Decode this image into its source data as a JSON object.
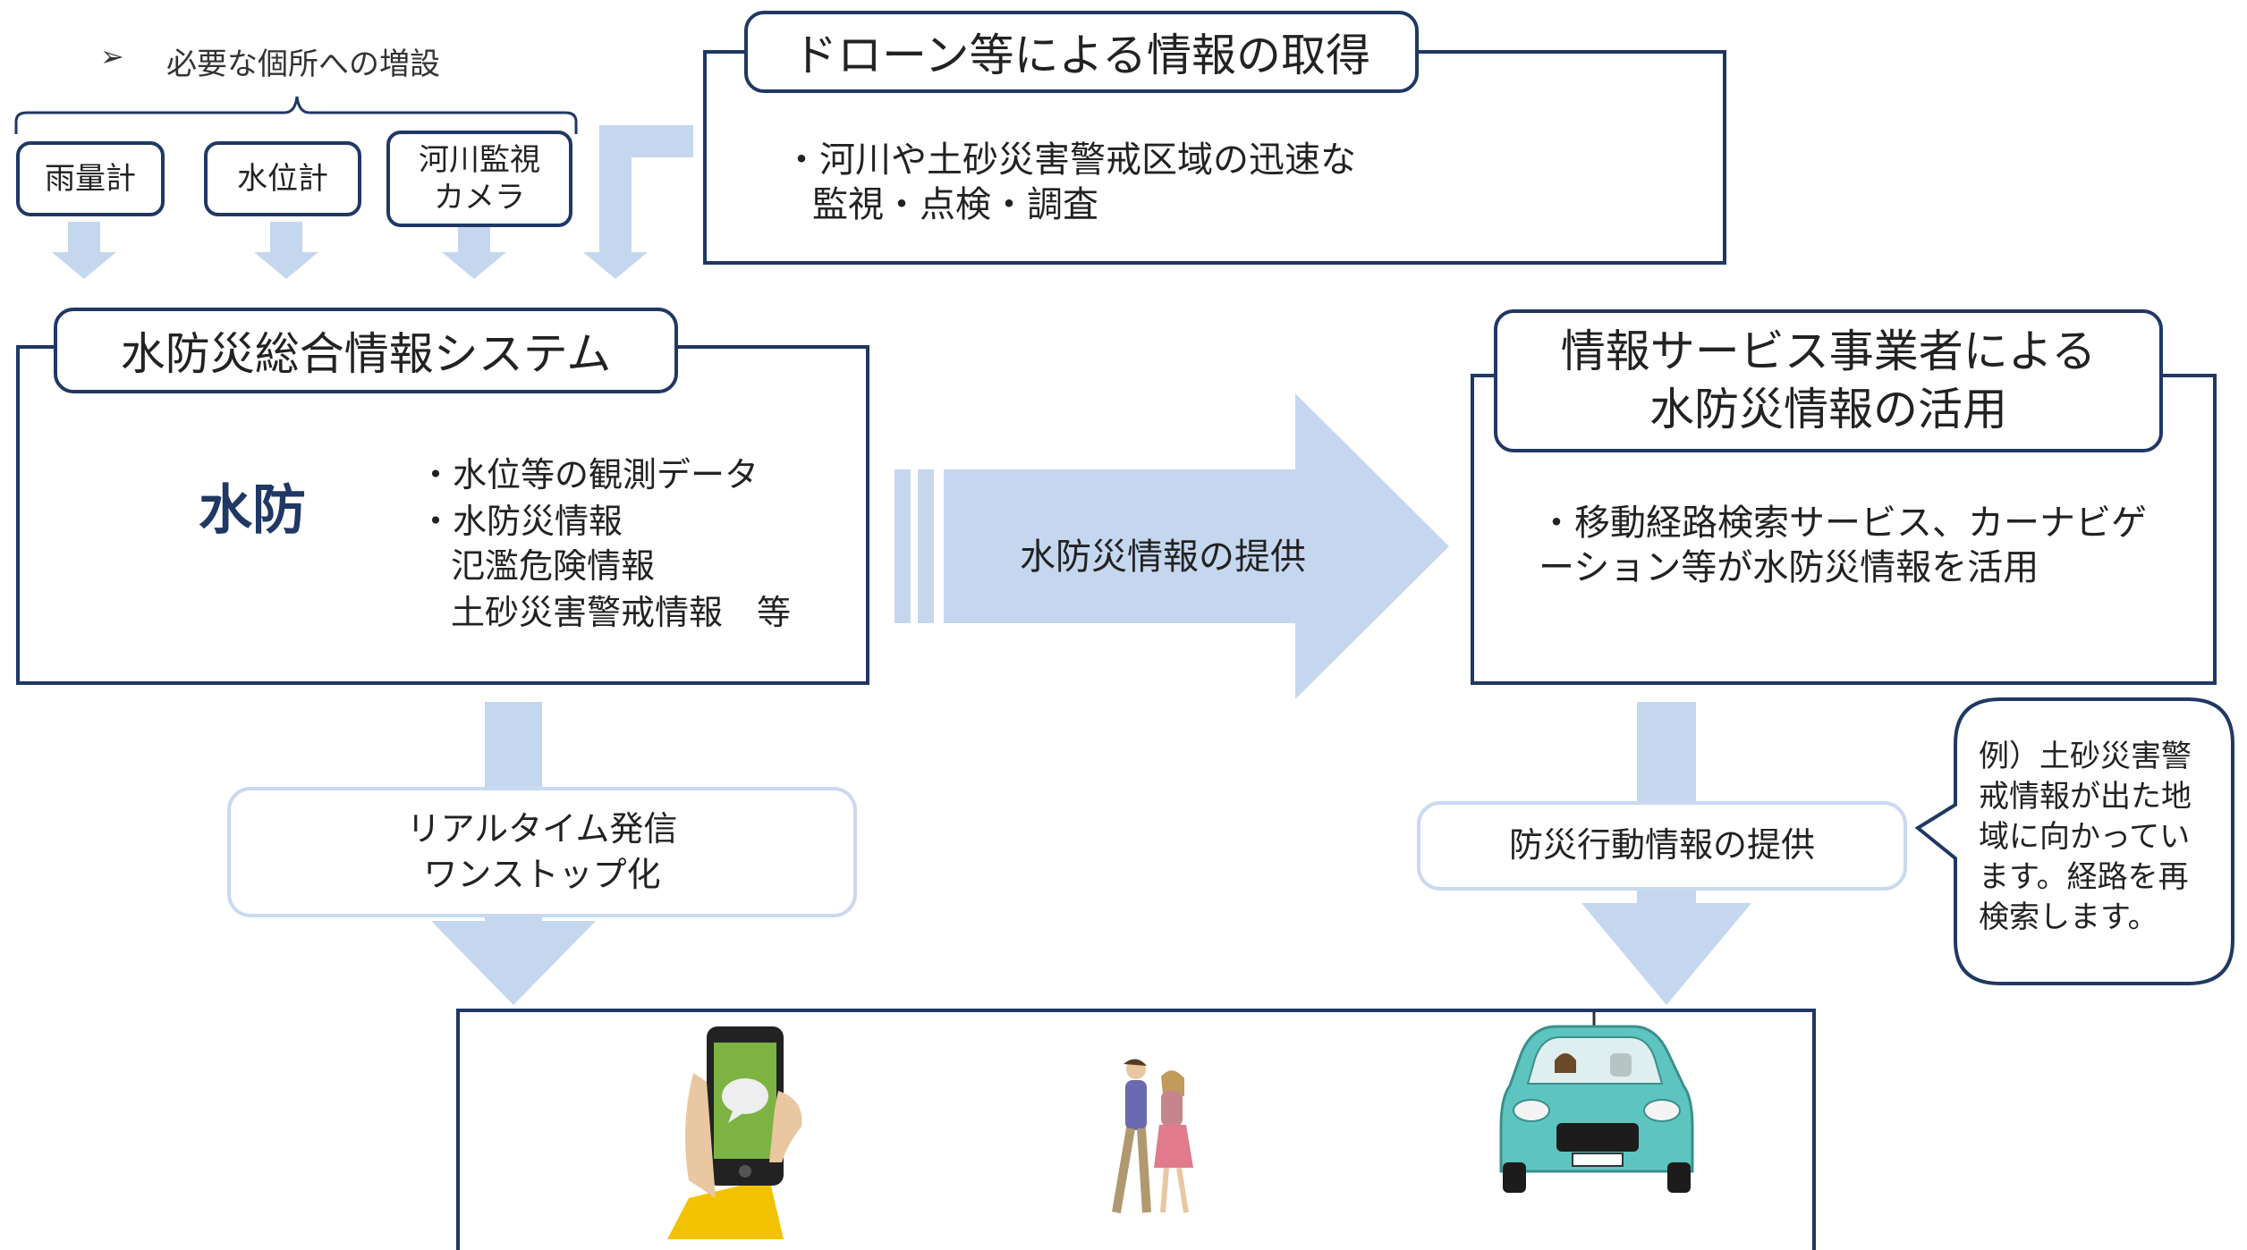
{
  "top_note": {
    "bullet": "➢",
    "text": "必要な個所への増設"
  },
  "sensors": [
    {
      "label": "雨量計"
    },
    {
      "label": "水位計"
    },
    {
      "label": "河川監視\nカメラ"
    }
  ],
  "drone_panel": {
    "title": "ドローン等による情報の取得",
    "line1": "・河川や土砂災害警戒区域の迅速な",
    "line2": "監視・点検・調査"
  },
  "system_panel": {
    "title": "水防災総合情報システム",
    "screen_label": "水防",
    "items": [
      "・水位等の観測データ",
      "・水防災情報",
      "氾濫危険情報",
      "土砂災害警戒情報　等"
    ]
  },
  "center_arrow_label": "水防災情報の提供",
  "service_panel": {
    "title_line1": "情報サービス事業者による",
    "title_line2": "水防災情報の活用",
    "line1": "・移動経路検索サービス、カーナビゲ",
    "line2": "ーション等が水防災情報を活用"
  },
  "realtime_box": {
    "line1": "リアルタイム発信",
    "line2": "ワンストップ化"
  },
  "disaster_box": {
    "label": "防災行動情報の提供"
  },
  "speech_bubble": {
    "lines": [
      "例）土砂災害警",
      "戒情報が出た地",
      "域に向かってい",
      "ます。経路を再",
      "検索します。"
    ]
  },
  "colors": {
    "navy": "#1f3864",
    "arrow": "#c5d7ef",
    "screen": "#a9d6de",
    "phone_green": "#7cb342",
    "car": "#5ec4c0"
  }
}
